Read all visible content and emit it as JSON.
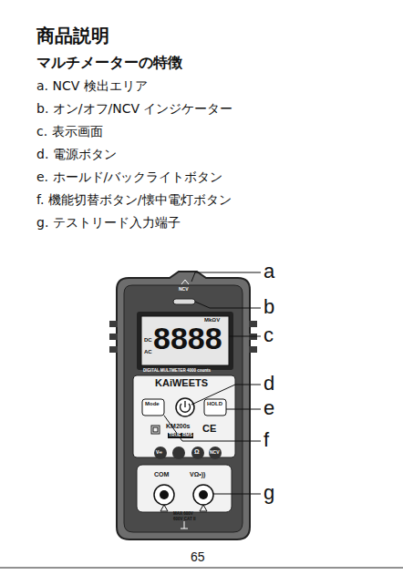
{
  "diagram": {
    "title": "商品説明",
    "labels": [
      "マルチメーターの特徴",
      "a. NCV 検出エリア",
      "b. オン/オフ/NCV インジケーター",
      "c. 表示画面",
      "d. 電源ボタン",
      "e. ホールド/バックライトボタン",
      "f. 機能切替ボタン/懐中電灯ボタン",
      "g. テストリード入力端子",
      "a",
      "b",
      "c",
      "d",
      "e",
      "f",
      "g",
      "NCV",
      "DC",
      "AC",
      "MkΩV",
      "8888",
      "DIGITAL MULTMETER 4000 counts",
      "KAiWEETS",
      "Mode",
      "HOLD",
      "KM200s",
      "TRUE RMS",
      "CE",
      "V≂",
      "Ω",
      "NCV",
      "COM",
      "VΩ•))",
      "MAX 600V",
      "600V CAT II",
      "65"
    ]
  }
}
